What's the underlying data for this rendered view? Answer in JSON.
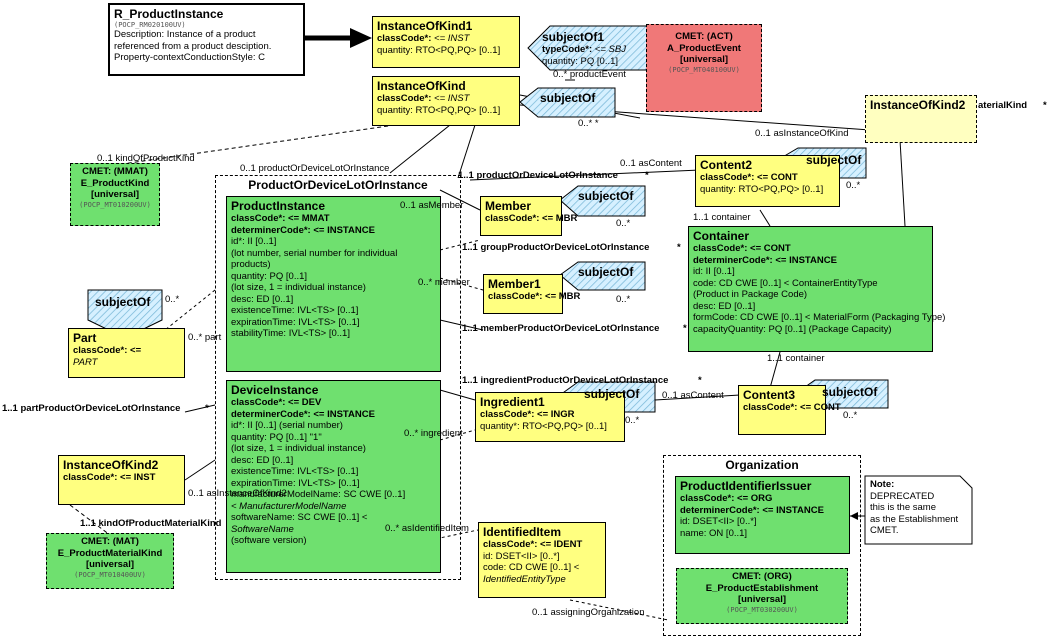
{
  "header": {
    "title": "R_ProductInstance",
    "code": "(POCP_RM020100UV)",
    "description": "Description: Instance of a product referenced from a product desciption.",
    "style": "Property-contextConductionStyle: C"
  },
  "instanceOfKind1": {
    "title": "InstanceOfKind1",
    "a1": "classCode*:",
    "a2": " <= INST",
    "a3": "quantity: RTO<PQ,PQ> [0..1]"
  },
  "subjectOf1": {
    "title": "subjectOf1",
    "a1": "typeCode*:",
    "a2": " <= SBJ",
    "a3": "quantity: PQ [0..1]"
  },
  "productEvent": {
    "l1": "CMET: (ACT)",
    "l2": "A_ProductEvent",
    "l3": "[universal]",
    "code": "(POCP_MT040100UV)"
  },
  "instanceOfKind": {
    "title": "InstanceOfKind",
    "a1": "classCode*:",
    "a2": " <= INST",
    "a3": "quantity: RTO<PQ,PQ> [0..1]"
  },
  "subjectOfLabel": "subjectOf",
  "instanceOfKind2Top": {
    "title": "InstanceOfKind2"
  },
  "productKind": {
    "l1": "CMET: (MMAT)",
    "l2": "E_ProductKind",
    "l3": "[universal]",
    "code": "(POCP_MT010200UV)"
  },
  "choice": {
    "title": "ProductOrDeviceLotOrInstance"
  },
  "productInstance": {
    "title": "ProductInstance",
    "a1": "classCode*: <= MMAT",
    "a2": "determinerCode*: <= INSTANCE",
    "a3": "id*: II [0..1]",
    "a4": "(lot number, serial number for individual",
    "a5": "products)",
    "a6": "quantity: PQ [0..1]",
    "a7": "(lot size, 1 = individual instance)",
    "a8": "desc: ED [0..1]",
    "a9": "existenceTime: IVL<TS> [0..1]",
    "a10": "expirationTime: IVL<TS> [0..1]",
    "a11": "stabilityTime: IVL<TS> [0..1]"
  },
  "deviceInstance": {
    "title": "DeviceInstance",
    "a1": "classCode*: <= DEV",
    "a2": "determinerCode*: <= INSTANCE",
    "a3": "id*: II [0..1] (serial number)",
    "a4": "quantity: PQ [0..1] \"1\"",
    "a5": "(lot size, 1 = individual instance)",
    "a6": "desc: ED [0..1]",
    "a7": "existenceTime: IVL<TS> [0..1]",
    "a8": "expirationTime: IVL<TS> [0..1]",
    "a9": "manufacturerModelName: SC CWE [0..1]",
    "a10": "< ManufacturerModelName",
    "a11": "softwareName: SC CWE [0..1] <",
    "a12": "SoftwareName",
    "a13": "(software version)"
  },
  "member": {
    "title": "Member",
    "a1": "classCode*: <= MBR"
  },
  "member1": {
    "title": "Member1",
    "a1": "classCode*: <= MBR"
  },
  "ingredient1": {
    "title": "Ingredient1",
    "a1": "classCode*: <= INGR",
    "a2": "quantity*: RTO<PQ,PQ> [0..1]"
  },
  "identifiedItem": {
    "title": "IdentifiedItem",
    "a1": "classCode*: <= IDENT",
    "a2": "id: DSET<II> [0..*]",
    "a3": "code: CD CWE [0..1] <",
    "a4": "IdentifiedEntityType"
  },
  "content2": {
    "title": "Content2",
    "a1": "classCode*: <= CONT",
    "a2": "quantity: RTO<PQ,PQ> [0..1]"
  },
  "container": {
    "title": "Container",
    "a1": "classCode*: <= CONT",
    "a2": "determinerCode*: <= INSTANCE",
    "a3": "id: II [0..1]",
    "a4": "code: CD CWE [0..1] < ContainerEntityType",
    "a5": "(Product in Package Code)",
    "a6": "desc: ED [0..1]",
    "a7": "formCode: CD CWE [0..1] < MaterialForm (Packaging Type)",
    "a8": "capacityQuantity: PQ [0..1] (Package Capacity)"
  },
  "content3": {
    "title": "Content3",
    "a1": "classCode*: <= CONT"
  },
  "part": {
    "title": "Part",
    "a1": "classCode*: <=",
    "a2": "PART"
  },
  "instanceOfKind2Bottom": {
    "title": "InstanceOfKind2",
    "a1": "classCode*: <= INST"
  },
  "productMaterialKind": {
    "l1": "CMET: (MAT)",
    "l2": "E_ProductMaterialKind",
    "l3": "[universal]",
    "code": "(POCP_MT010400UV)"
  },
  "organization": {
    "title": "Organization"
  },
  "productIdentifierIssuer": {
    "title": "ProductIdentifierIssuer",
    "a1": "classCode*: <= ORG",
    "a2": "determinerCode*: <= INSTANCE",
    "a3": "id: DSET<II> [0..*]",
    "a4": "name: ON [0..1]"
  },
  "establishment": {
    "l1": "CMET: (ORG)",
    "l2": "E_ProductEstablishment",
    "l3": "[universal]",
    "code": "(POCP_MT030200UV)"
  },
  "note": {
    "l1": "Note:",
    "l2": "DEPRECATED",
    "l3": "this is the same",
    "l4": "as the Establishment",
    "l5": "CMET."
  },
  "labels": {
    "productEvent": "0..* productEvent",
    "kindOfProductKind": "0..1 kindOfProductKind",
    "productOrDeviceLotOrInstance01": "0..1 productOrDeviceLotOrInstance",
    "asInstanceOfKind": "0..1 asInstanceOfKind",
    "asContent01": "0..1 asContent",
    "productOrDevice11": "1..1 productOrDeviceLotOrInstance",
    "star": "*",
    "asMember": "0..1 asMember",
    "groupProduct": "1..1 groupProductOrDeviceLotOrInstance",
    "member0n": "0..* member",
    "memberProduct": "1..1 memberProductOrDeviceLotOrInstance",
    "ingredientProduct": "1..1 ingredientProductOrDeviceLotOrInstance",
    "asContent2": "0..1 asContent",
    "ingredient0n": "0..* ingredient",
    "part0n": "0..* part",
    "partProduct": "1..1 partProductOrDeviceLotOrInstance",
    "asInstanceOfKind2": "0..1 asInstanceOfKind2",
    "kindOfProductMaterialKind": "1..1 kindOfProductMaterialKind",
    "asIdentifiedItem": "0..* asIdentifiedItem",
    "assigningOrganization": "0..1 assigningOrganization",
    "container11": "1..1 container",
    "container11b": "1..1 container",
    "materialKind": "aterialKind",
    "zeroN": "0..*",
    "zeroNstar": "0..*   *",
    "zeroNstar2": "0..*"
  }
}
